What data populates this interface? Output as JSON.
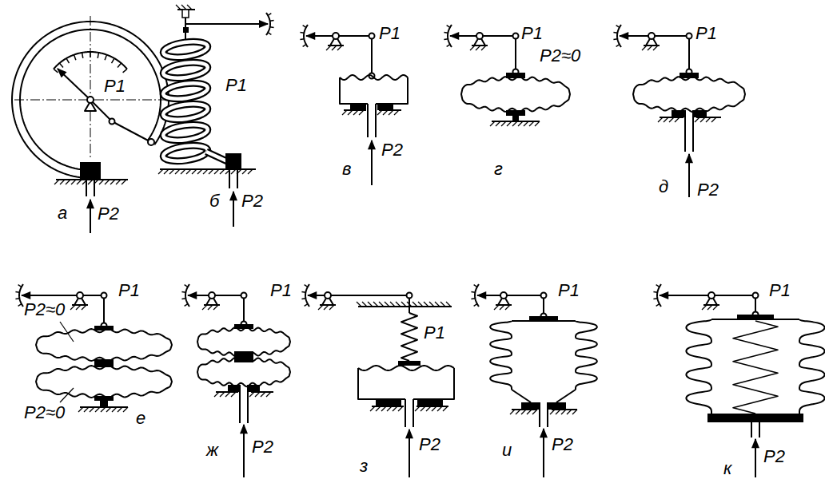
{
  "diagram": {
    "labels": [
      "P1",
      "а",
      "P2",
      "P1",
      "б",
      "P2",
      "P1",
      "в",
      "P2",
      "P1",
      "P2≈0",
      "г",
      "P1",
      "д",
      "P2",
      "P1",
      "P2≈0",
      "P2≈0",
      "е",
      "P1",
      "ж",
      "P2",
      "P1",
      "P2",
      "з",
      "P1",
      "и",
      "P2",
      "P1",
      "P2",
      "к"
    ]
  }
}
